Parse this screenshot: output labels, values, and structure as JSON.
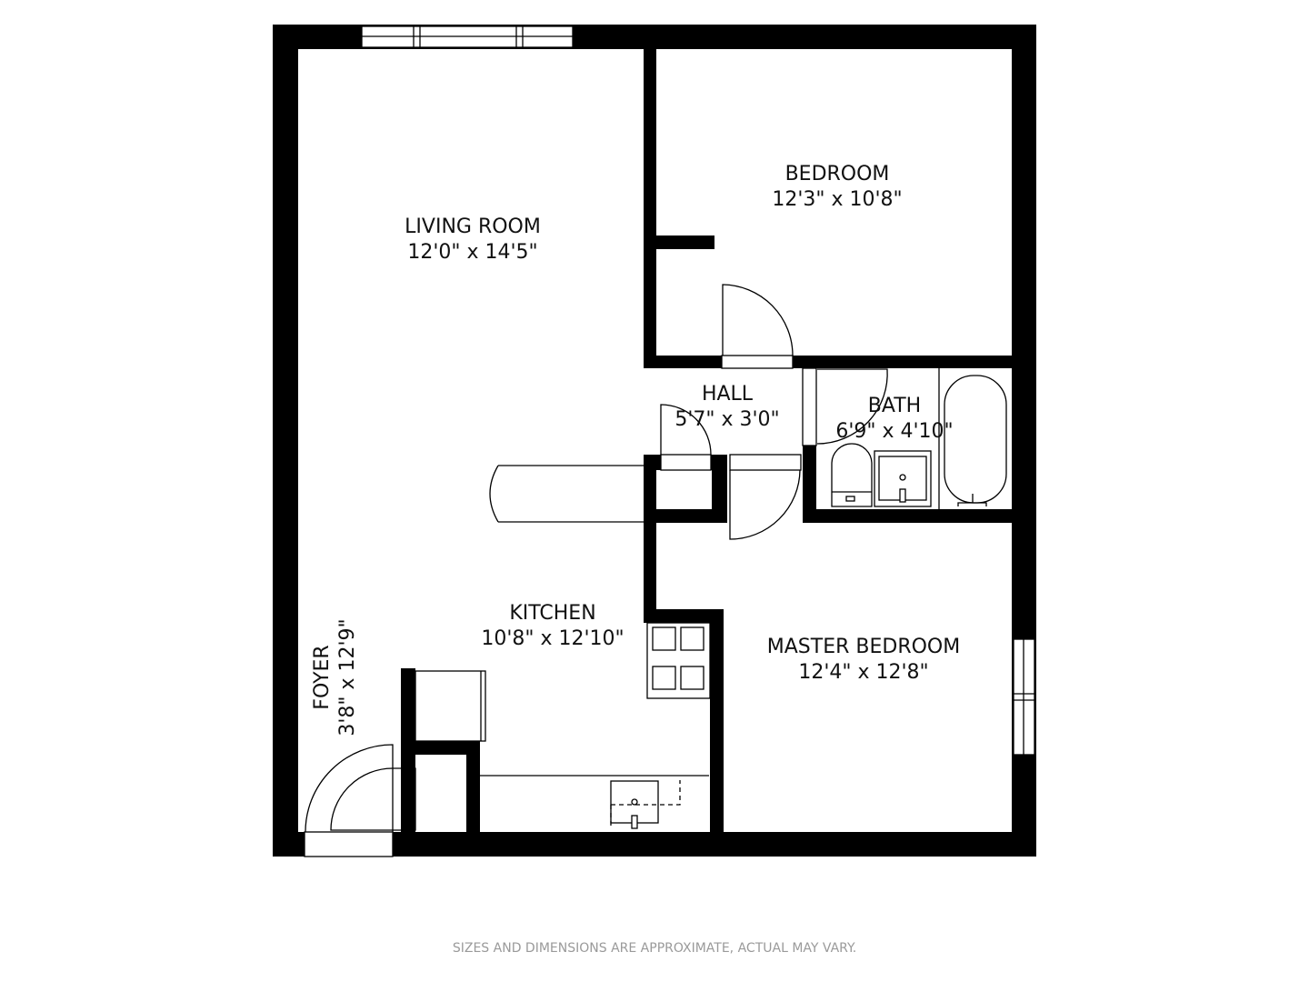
{
  "rooms": [
    {
      "name": "LIVING ROOM",
      "size": "12'0\" x 14'5\""
    },
    {
      "name": "BEDROOM",
      "size": "12'3\" x 10'8\""
    },
    {
      "name": "HALL",
      "size": "5'7\" x 3'0\""
    },
    {
      "name": "BATH",
      "size": "6'9\" x 4'10\""
    },
    {
      "name": "KITCHEN",
      "size": "10'8\" x 12'10\""
    },
    {
      "name": "MASTER BEDROOM",
      "size": "12'4\" x 12'8\""
    },
    {
      "name": "FOYER",
      "size": "3'8\" x 12'9\""
    }
  ],
  "disclaimer": "SIZES AND DIMENSIONS ARE APPROXIMATE, ACTUAL MAY VARY."
}
